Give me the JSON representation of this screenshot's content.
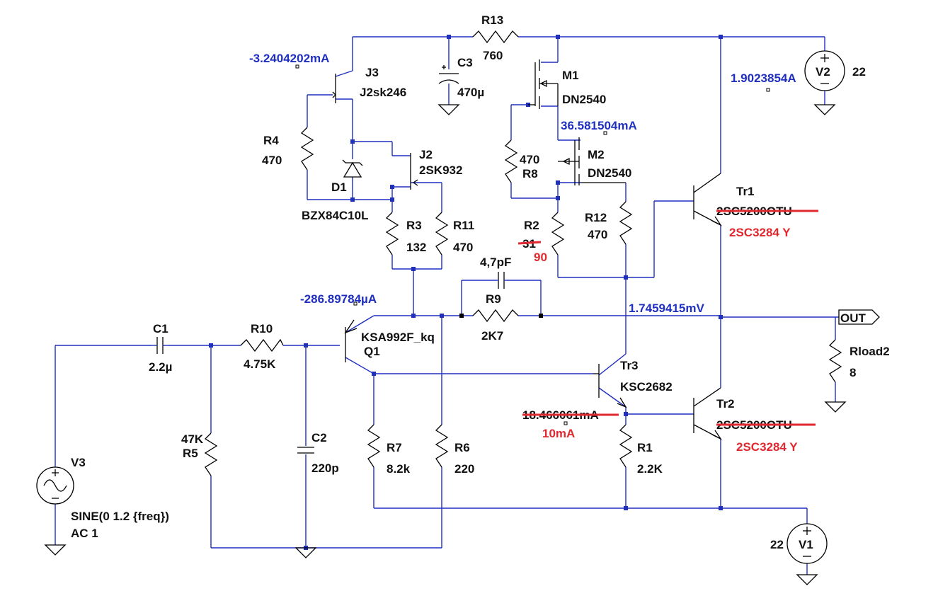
{
  "components": {
    "r13": {
      "ref": "R13",
      "value": "760"
    },
    "c3": {
      "ref": "C3",
      "value": "470µ"
    },
    "j3": {
      "ref": "J3",
      "value": "J2sk246"
    },
    "r4": {
      "ref": "R4",
      "value": "470"
    },
    "d1": {
      "ref": "D1",
      "value": "BZX84C10L"
    },
    "j2": {
      "ref": "J2",
      "value": "2SK932"
    },
    "r3": {
      "ref": "R3",
      "value": "132"
    },
    "r11": {
      "ref": "R11",
      "value": "470"
    },
    "m1": {
      "ref": "M1",
      "value": "DN2540"
    },
    "m2": {
      "ref": "M2",
      "value": "DN2540"
    },
    "r8": {
      "ref": "R8",
      "value": "470"
    },
    "r2": {
      "ref": "R2",
      "value_old": "31",
      "value_new": "90"
    },
    "r12": {
      "ref": "R12",
      "value": "470"
    },
    "c4": {
      "value": "4,7pF"
    },
    "r9": {
      "ref": "R9",
      "value": "2K7"
    },
    "tr1": {
      "ref": "Tr1",
      "value_old": "2SC5200OTU",
      "value_new": "2SC3284 Y"
    },
    "tr2": {
      "ref": "Tr2",
      "value_old": "2SC5200OTU",
      "value_new": "2SC3284 Y"
    },
    "tr3": {
      "ref": "Tr3",
      "value": "KSC2682"
    },
    "q1": {
      "ref": "Q1",
      "value": "KSA992F_kq"
    },
    "c1": {
      "ref": "C1",
      "value": "2.2µ"
    },
    "r10": {
      "ref": "R10",
      "value": "4.75K"
    },
    "c2": {
      "ref": "C2",
      "value": "220p"
    },
    "r5": {
      "ref": "R5",
      "value": "47K"
    },
    "r7": {
      "ref": "R7",
      "value": "8.2k"
    },
    "r6": {
      "ref": "R6",
      "value": "220"
    },
    "r1": {
      "ref": "R1",
      "value": "2.2K"
    },
    "rload": {
      "ref": "Rload2",
      "value": "8"
    },
    "v1": {
      "ref": "V1",
      "value": "22"
    },
    "v2": {
      "ref": "V2",
      "value": "22"
    },
    "v3": {
      "ref": "V3",
      "value": "SINE(0 1.2 {freq})",
      "ac": "AC 1"
    }
  },
  "annotations": {
    "i_j3": "-3.2404202mA",
    "i_v2": "1.9023854A",
    "i_m2": "36.581504mA",
    "i_q1": "-286.89784µA",
    "v_out": "1.7459415mV",
    "i_tr3_old": "18.466061mA",
    "i_tr3_new": "10mA"
  },
  "net_labels": {
    "out": "OUT"
  }
}
